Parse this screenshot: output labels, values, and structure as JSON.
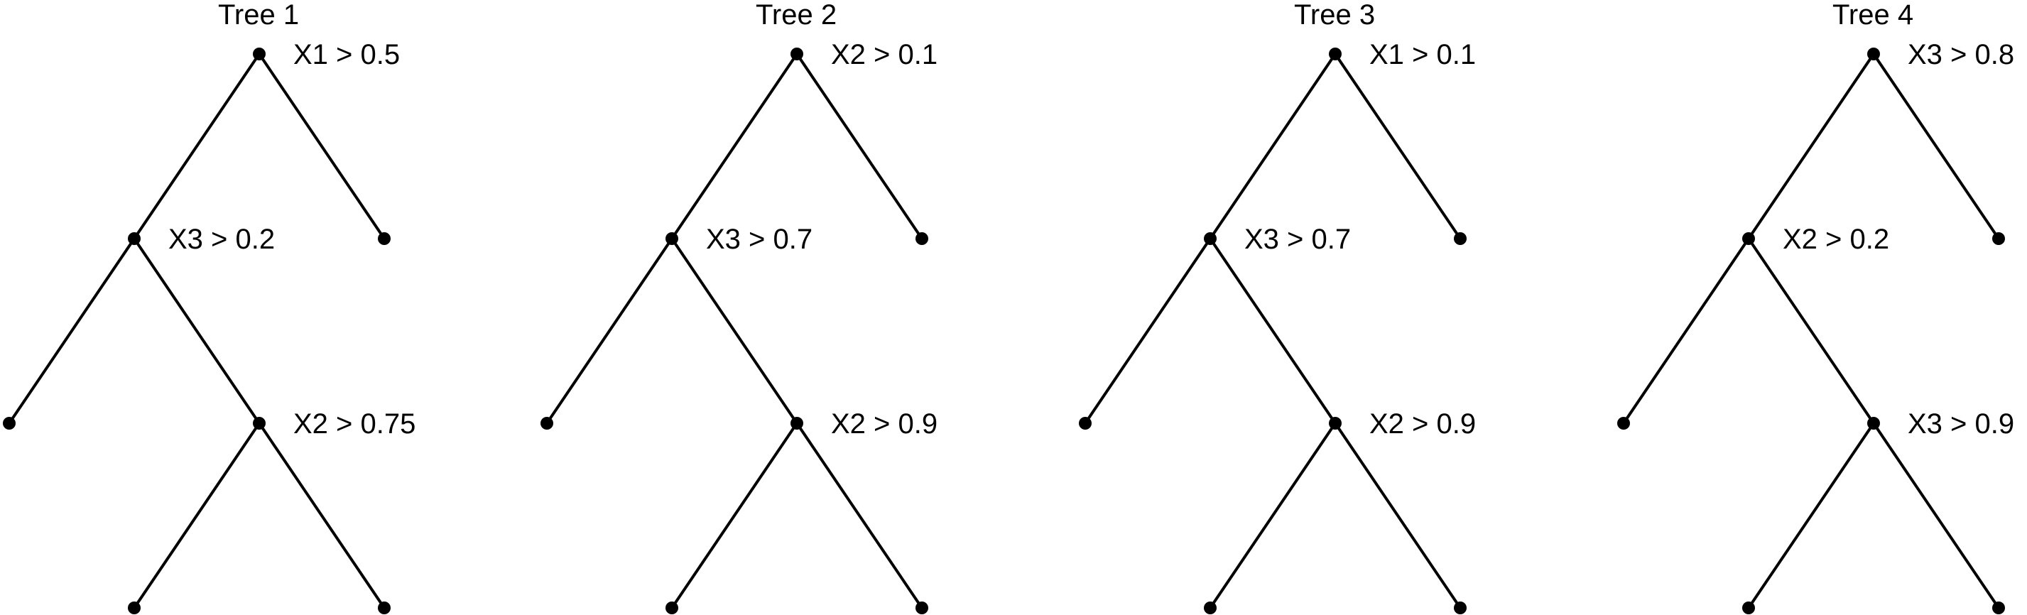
{
  "trees": [
    {
      "title": "Tree 1",
      "nodes": [
        {
          "label": "X1 > 0.5"
        },
        {
          "label": "X3 > 0.2"
        },
        {
          "label": "X2 > 0.75"
        }
      ]
    },
    {
      "title": "Tree 2",
      "nodes": [
        {
          "label": "X2 > 0.1"
        },
        {
          "label": "X3 > 0.7"
        },
        {
          "label": "X2 > 0.9"
        }
      ]
    },
    {
      "title": "Tree 3",
      "nodes": [
        {
          "label": "X1 > 0.1"
        },
        {
          "label": "X3 > 0.7"
        },
        {
          "label": "X2 > 0.9"
        }
      ]
    },
    {
      "title": "Tree 4",
      "nodes": [
        {
          "label": "X3 > 0.8"
        },
        {
          "label": "X2 > 0.2"
        },
        {
          "label": "X3 > 0.9"
        }
      ]
    }
  ]
}
